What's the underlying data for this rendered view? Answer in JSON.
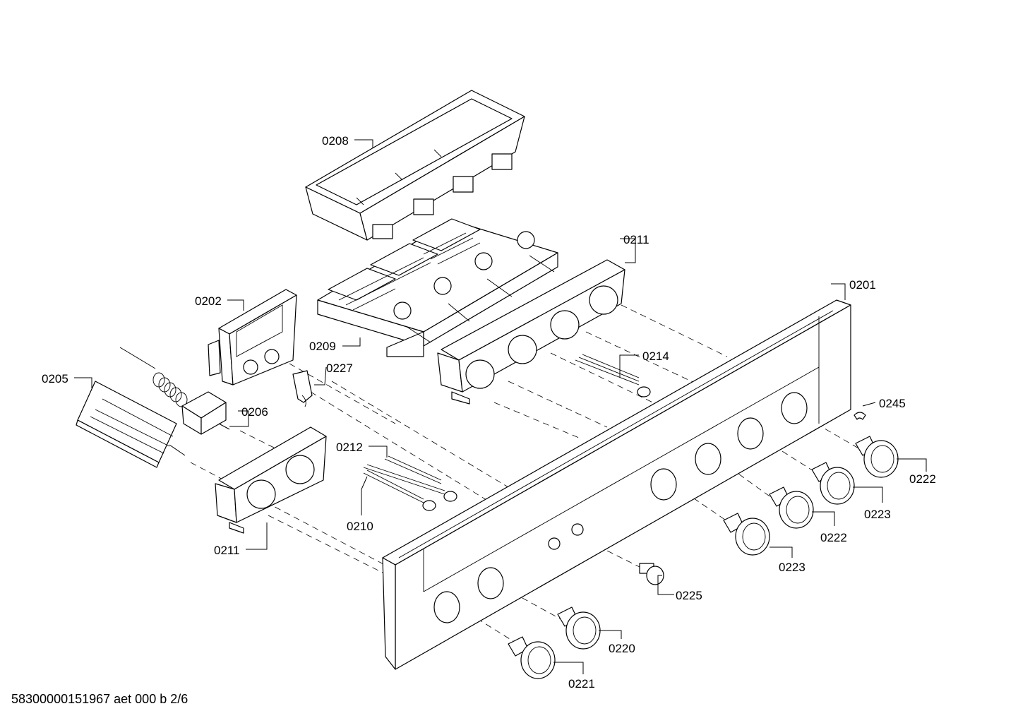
{
  "footer": {
    "document_code": "58300000151967 aet 000 b 2/6"
  },
  "callouts": {
    "c0208": "0208",
    "c0211_top": "0211",
    "c0201": "0201",
    "c0202": "0202",
    "c0209": "0209",
    "c0214": "0214",
    "c0227": "0227",
    "c0205": "0205",
    "c0206": "0206",
    "c0245": "0245",
    "c0212": "0212",
    "c0222_a": "0222",
    "c0223_a": "0223",
    "c0210": "0210",
    "c0222_b": "0222",
    "c0211_bottom": "0211",
    "c0223_b": "0223",
    "c0225": "0225",
    "c0220": "0220",
    "c0221": "0221"
  }
}
